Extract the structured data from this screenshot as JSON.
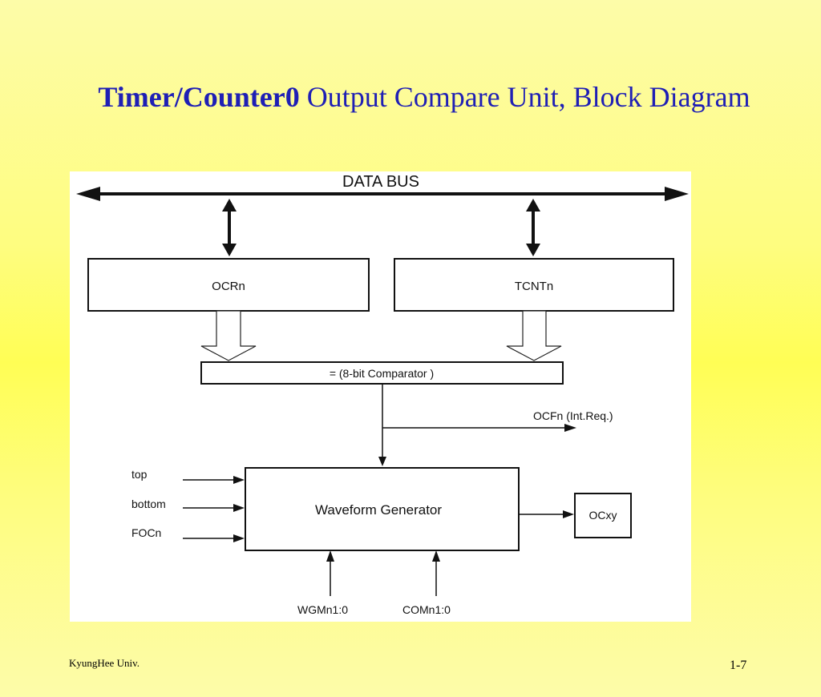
{
  "slide": {
    "title_bold": "Timer/Counter0",
    "title_rest": " Output Compare Unit, Block Diagram"
  },
  "diagram": {
    "data_bus_label": "DATA BUS",
    "ocr_label": "OCRn",
    "tcnt_label": "TCNTn",
    "comparator_label": "= (8-bit Comparator )",
    "ocf_label": "OCFn (Int.Req.)",
    "waveform_label": "Waveform Generator",
    "top_label": "top",
    "bottom_label": "bottom",
    "foc_label": "FOCn",
    "ocxy_label": "OCxy",
    "wgm_label": "WGMn1:0",
    "com_label": "COMn1:0"
  },
  "footer": {
    "institution": "KyungHee Univ.",
    "page_number": "1-7"
  }
}
